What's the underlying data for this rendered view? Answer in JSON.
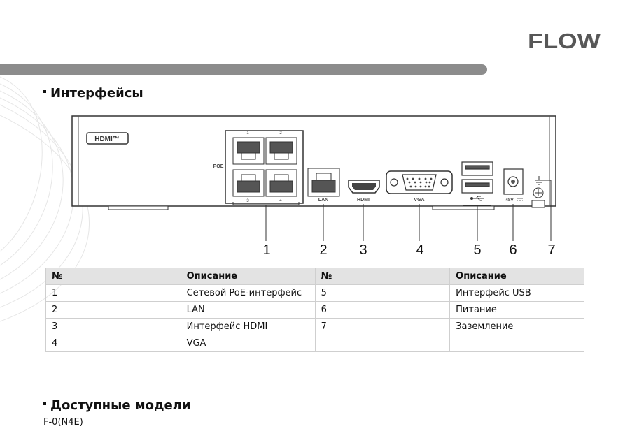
{
  "logo": "FLOW",
  "sections": {
    "interfaces": "Интерфейсы",
    "models": "Доступные модели"
  },
  "models": "F-0(N4E)",
  "diagram": {
    "hdmi_badge": "HDMI™",
    "poe": "POE",
    "poe_nums": [
      "1",
      "2",
      "3",
      "4"
    ],
    "lan": "LAN",
    "hdmi": "HDMI",
    "vga": "VGA",
    "power": "48V",
    "callouts": [
      "1",
      "2",
      "3",
      "4",
      "5",
      "6",
      "7"
    ]
  },
  "table": {
    "headers": [
      "№",
      "Описание",
      "№",
      "Описание"
    ],
    "rows": [
      [
        "1",
        "Сетевой PoE-интерфейс",
        "5",
        "Интерфейс USB"
      ],
      [
        "2",
        "LAN",
        "6",
        "Питание"
      ],
      [
        "3",
        "Интерфейс HDMI",
        "7",
        "Заземление"
      ],
      [
        "4",
        "VGA",
        "",
        ""
      ]
    ]
  }
}
